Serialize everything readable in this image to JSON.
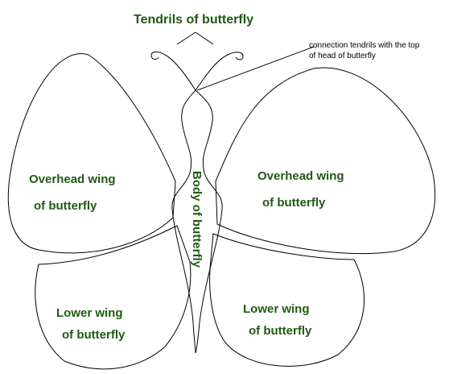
{
  "labels": {
    "tendrils": "Tendrils of butterfly",
    "connection_line1": "connection tendrils with the top",
    "connection_line2": "of head of butterfly",
    "overhead_left_line1": "Overhead wing",
    "overhead_left_line2": "of butterfly",
    "overhead_right_line1": "Overhead wing",
    "overhead_right_line2": "of butterfly",
    "body": "Body of butterfly",
    "lower_left_line1": "Lower wing",
    "lower_left_line2": "of butterfly",
    "lower_right_line1": "Lower wing",
    "lower_right_line2": "of butterfly"
  },
  "colors": {
    "label_text": "#1f5a12",
    "outline": "#000000"
  }
}
